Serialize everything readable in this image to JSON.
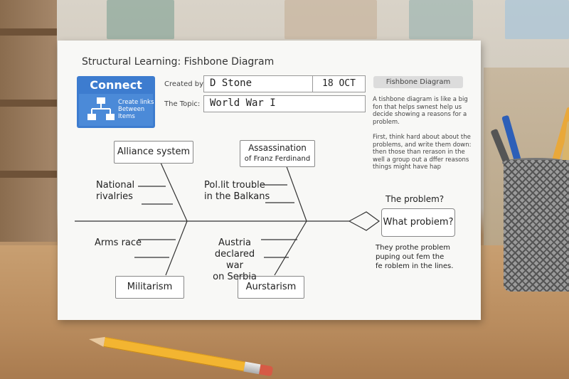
{
  "header": {
    "title": "Structural Learning: Fishbone Diagram"
  },
  "connect": {
    "label": "Connect",
    "subtext": "Create links Between Items"
  },
  "form": {
    "created_by_label": "Created by",
    "created_by_value": "D Stone",
    "date_value": "18 OCT",
    "topic_label": "The Topic:",
    "topic_value": "World War I"
  },
  "sidebar": {
    "heading": "Fishbone Diagram",
    "paragraph_1": "A tishbone diagram is like a big fon that helps swnest help us decide showing a reasons for a problem.",
    "paragraph_2": "First, think hard about about the problems, and write them down: then those than rerason in the well a group out a dffer reasons things might have hap"
  },
  "diagram": {
    "box_top_left": "Alliance system",
    "box_top_right_line1": "Assassination",
    "box_top_right_line2": "of Franz Ferdinand",
    "box_bottom_left": "Militarism",
    "box_bottom_right": "Aurstarism",
    "cause_national_line1": "National",
    "cause_national_line2": "rivalries",
    "cause_balkans_line1": "Pol.lit trouble",
    "cause_balkans_line2": "in the Balkans",
    "cause_arms": "Arms race",
    "cause_austria_line1": "Austria",
    "cause_austria_line2": "declared war",
    "cause_austria_line3": "on Serbia",
    "problem_label": "The problem?",
    "problem_box": "What probiem?",
    "note_line1": "They prothe problem",
    "note_line2": "puping out fem the",
    "note_line3": "fe roblem in the lines."
  },
  "colors": {
    "accent_blue": "#3d7ccf",
    "paper": "#f8f8f6",
    "pencil_yellow": "#f3b531"
  }
}
